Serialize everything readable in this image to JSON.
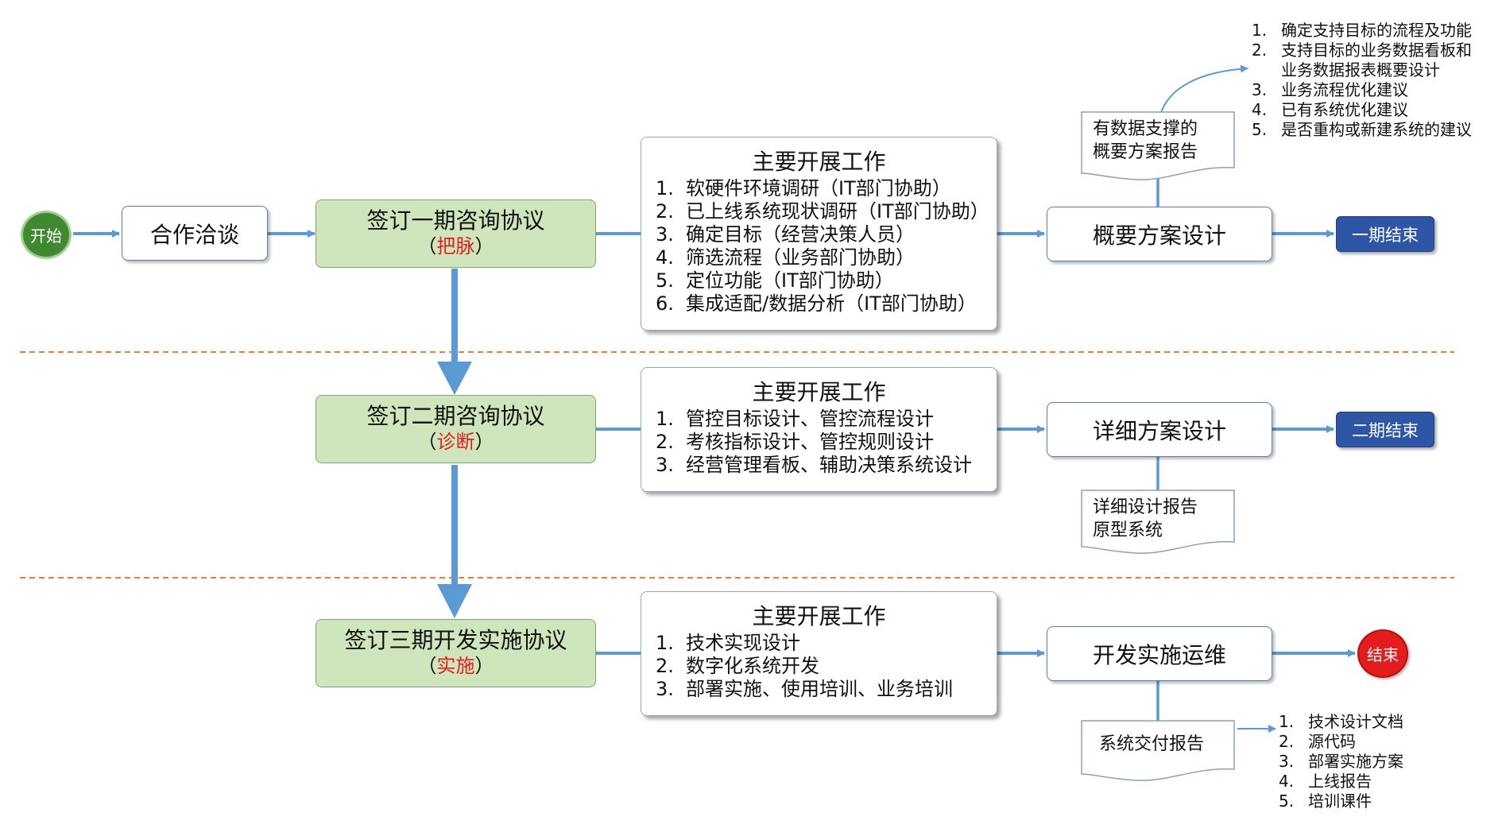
{
  "start_label": "开始",
  "negotiation_label": "合作洽谈",
  "phases": [
    {
      "contract_title": "签订一期咨询协议",
      "contract_sub_open": "（",
      "contract_keyword": "把脉",
      "contract_sub_close": "）",
      "work_title": "主要开展工作",
      "work_items": [
        {
          "num": "1.",
          "text": "软硬件环境调研（IT部门协助）"
        },
        {
          "num": "2.",
          "text": "已上线系统现状调研（IT部门协助）"
        },
        {
          "num": "3.",
          "text": "确定目标（经营决策人员）"
        },
        {
          "num": "4.",
          "text": "筛选流程（业务部门协助）"
        },
        {
          "num": "5.",
          "text": "定位功能（IT部门协助）"
        },
        {
          "num": "6.",
          "text": "集成适配/数据分析（IT部门协助）"
        }
      ],
      "design_label": "概要方案设计",
      "end_label": "一期结束",
      "doc_lines": [
        "有数据支撑的",
        "概要方案报告"
      ],
      "doc_notes": [
        {
          "num": "1.",
          "text": "确定支持目标的流程及功能"
        },
        {
          "num": "2.",
          "text": "支持目标的业务数据看板和"
        },
        {
          "num": "",
          "text": "业务数据报表概要设计"
        },
        {
          "num": "3.",
          "text": "业务流程优化建议"
        },
        {
          "num": "4.",
          "text": "已有系统优化建议"
        },
        {
          "num": "5.",
          "text": "是否重构或新建系统的建议"
        }
      ]
    },
    {
      "contract_title": "签订二期咨询协议",
      "contract_sub_open": "（",
      "contract_keyword": "诊断",
      "contract_sub_close": "）",
      "work_title": "主要开展工作",
      "work_items": [
        {
          "num": "1.",
          "text": "管控目标设计、管控流程设计"
        },
        {
          "num": "2.",
          "text": "考核指标设计、管控规则设计"
        },
        {
          "num": "3.",
          "text": "经营管理看板、辅助决策系统设计"
        }
      ],
      "design_label": "详细方案设计",
      "end_label": "二期结束",
      "doc_lines": [
        "详细设计报告",
        "原型系统"
      ]
    },
    {
      "contract_title": "签订三期开发实施协议",
      "contract_sub_open": "（",
      "contract_keyword": "实施",
      "contract_sub_close": "）",
      "work_title": "主要开展工作",
      "work_items": [
        {
          "num": "1.",
          "text": "技术实现设计"
        },
        {
          "num": "2.",
          "text": "数字化系统开发"
        },
        {
          "num": "3.",
          "text": "部署实施、使用培训、业务培训"
        }
      ],
      "design_label": "开发实施运维",
      "end_label": "结束",
      "doc_lines": [
        "系统交付报告"
      ],
      "doc_notes": [
        {
          "num": "1.",
          "text": "技术设计文档"
        },
        {
          "num": "2.",
          "text": "源代码"
        },
        {
          "num": "3.",
          "text": "部署实施方案"
        },
        {
          "num": "4.",
          "text": "上线报告"
        },
        {
          "num": "5.",
          "text": "培训课件"
        }
      ]
    }
  ],
  "colors": {
    "arrow": "#5b9bd5",
    "divider": "#ed7d31",
    "phase_box": "#cfe6bd",
    "end_box": "#2e56a6",
    "start": "#3f8a30",
    "stop": "#e41c1c",
    "keyword": "#e02020"
  }
}
